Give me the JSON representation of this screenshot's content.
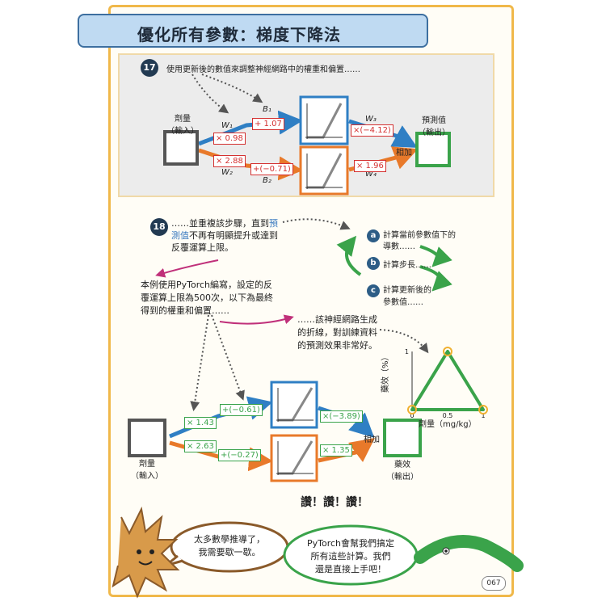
{
  "title": "優化所有參數：梯度下降法",
  "step17": {
    "number": "17",
    "text": "使用更新後的數值來調整神經網路中的權重和偏置……",
    "input_label_line1": "劑量",
    "input_label_line2": "（輸入）",
    "output_label_line1": "預測值",
    "output_label_line2": "（輸出）",
    "w1": "W₁",
    "w2": "W₂",
    "w3": "W₃",
    "w4": "W₄",
    "b1": "B₁",
    "b2": "B₂",
    "w1_value": "× 0.98",
    "w2_value": "× 2.88",
    "w3_value": "×(−4.12)",
    "w4_value": "× 1.96",
    "b1_value": "+ 1.07",
    "b2_value": "+(−0.71)",
    "sum_label": "相加"
  },
  "step18": {
    "number": "18",
    "text_line1_a": "……並重複該步驟，直到",
    "text_line1_b": "預",
    "text_line2_a": "測值",
    "text_line2_b": "不再有明顯提升或達到",
    "text_line3": "反覆運算上限。",
    "cycle": [
      {
        "badge": "a",
        "line1": "計算當前參數值下的",
        "line2": "導數……"
      },
      {
        "badge": "b",
        "line1": "計算步長……",
        "line2": ""
      },
      {
        "badge": "c",
        "line1": "計算更新後的",
        "line2": "參數值……"
      }
    ],
    "pytorch_text": [
      "本例使用PyTorch編寫，設定的反",
      "覆運算上限為500次，以下為最終",
      "得到的權重和偏置……"
    ],
    "fit_text": [
      "……該神經網路生成",
      "的折線，對訓練資料",
      "的預測效果非常好。"
    ],
    "w1_value": "× 1.43",
    "w2_value": "× 2.63",
    "b1_value": "+(−0.61)",
    "b2_value": "+(−0.27)",
    "w3_value": "×(−3.89)",
    "w4_value": "× 1.35",
    "sum_label": "相加",
    "input_label_line1": "劑量",
    "input_label_line2": "（輸入）",
    "output_label_line1": "藥效",
    "output_label_line2": "（輸出）",
    "praise": "讚！讚！讚！"
  },
  "chart_data": {
    "type": "line",
    "xlabel": "劑量（mg/kg）",
    "ylabel": "藥效（%）",
    "xlim": [
      0,
      1
    ],
    "ylim": [
      0,
      1
    ],
    "x_ticks": [
      "0",
      "0.5",
      "1"
    ],
    "y_ticks": [
      "0",
      "1"
    ],
    "x": [
      0,
      0.5,
      1
    ],
    "y": [
      0,
      1,
      0
    ],
    "points": [
      {
        "x": 0,
        "y": 0
      },
      {
        "x": 0.5,
        "y": 1
      },
      {
        "x": 1,
        "y": 0
      }
    ],
    "line_color": "#3aa34a",
    "point_color": "#f0b030"
  },
  "speech_left": [
    "太多數學推導了，",
    "我需要歇一歇。"
  ],
  "speech_right": [
    "PyTorch會幫我們搞定",
    "所有這些計算。我們",
    "還是直接上手吧！"
  ],
  "page_number": "067",
  "colors": {
    "blue": "#2f7fc4",
    "orange": "#e8792a",
    "green": "#3aa34a",
    "red": "#d43030",
    "dark": "#555555"
  }
}
